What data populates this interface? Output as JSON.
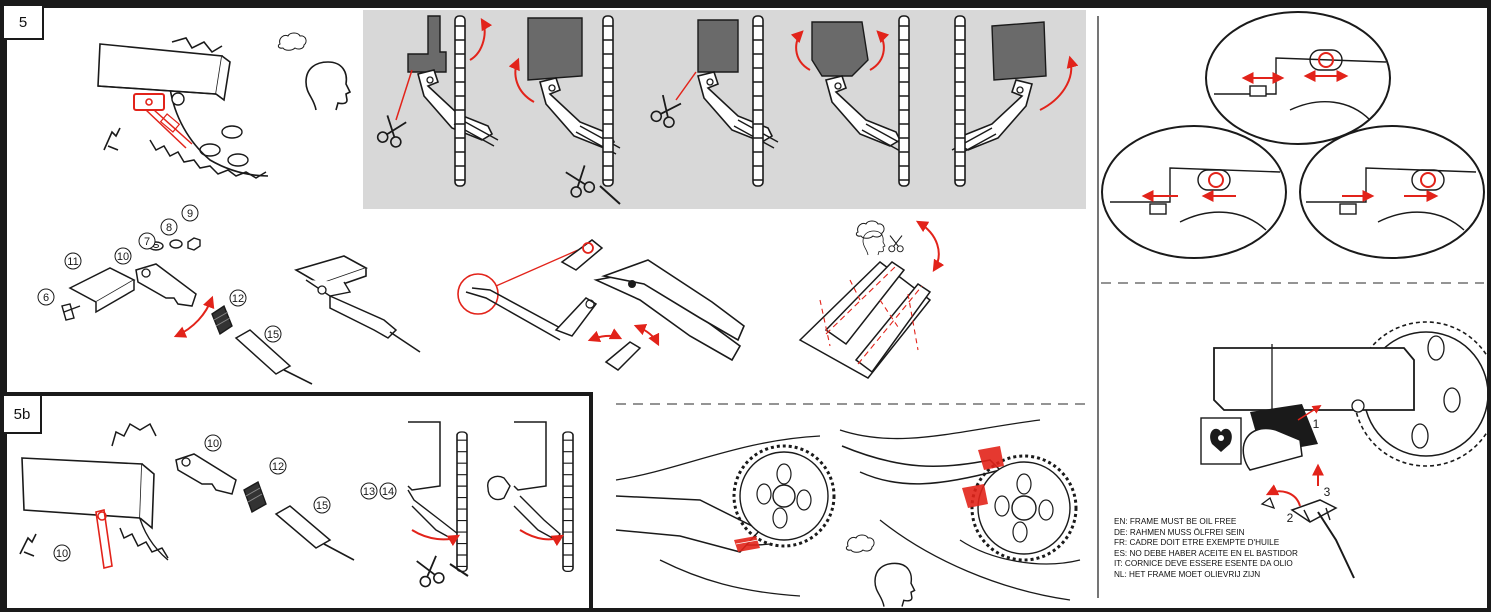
{
  "steps": {
    "main": "5",
    "alt": "5b"
  },
  "part_numbers": {
    "p6": "6",
    "p7": "7",
    "p8": "8",
    "p9": "9",
    "p10": "10",
    "p11": "11",
    "p12": "12",
    "p15": "15",
    "b10a": "10",
    "b10b": "10",
    "b12": "12",
    "b13": "13",
    "b14": "14",
    "b15": "15"
  },
  "sequence_numbers": {
    "n1": "1",
    "n2": "2",
    "n3": "3"
  },
  "frame_note": [
    "EN: FRAME MUST BE OIL FREE",
    "DE: RAHMEN MUSS ÖLFREI SEIN",
    "FR: CADRE DOIT ETRE EXEMPTE D'HUILE",
    "ES: NO DEBE HABER ACEITE EN EL BASTIDOR",
    "IT: CORNICE DEVE ESSERE ESENTE DA OLIO",
    "NL: HET FRAME MOET OLIEVRIJ ZIJN"
  ],
  "colors": {
    "accent": "#e2231a",
    "ink": "#1a1a1a",
    "panel": "#d8d8d8",
    "part": "#6a6a6a"
  }
}
